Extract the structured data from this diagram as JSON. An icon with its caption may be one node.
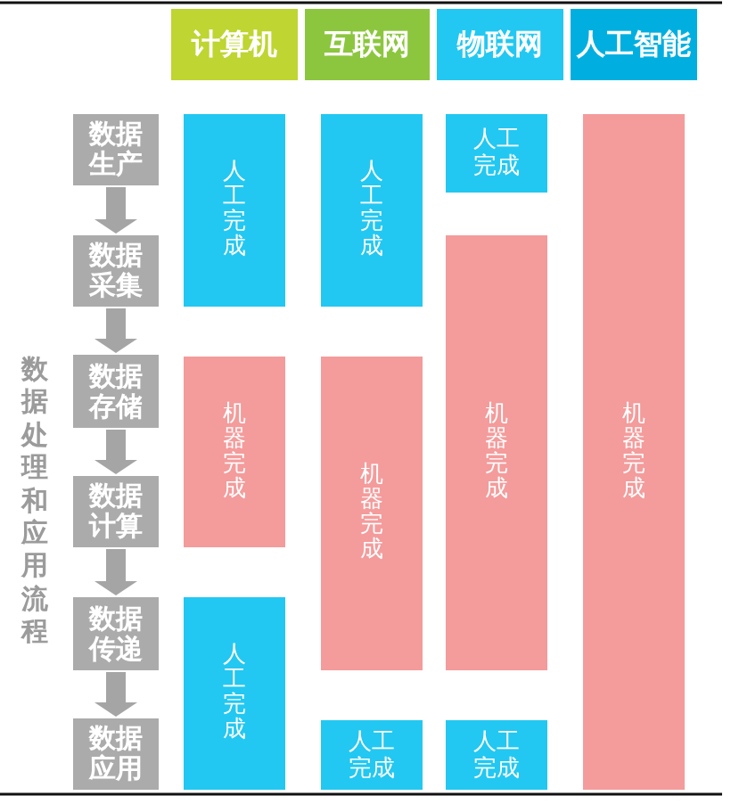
{
  "diagram": {
    "nodes": [
      {
        "text": [
          "计算机"
        ]
      },
      {
        "text": [
          "互联网"
        ]
      },
      {
        "text": [
          "物联网"
        ]
      },
      {
        "text": [
          "人工智能"
        ]
      },
      {
        "text": [
          "数据生产"
        ]
      },
      {
        "text": [
          "数据采集"
        ]
      },
      {
        "text": [
          "数据存储"
        ]
      },
      {
        "text": [
          "数据计算"
        ]
      },
      {
        "text": [
          "数据传递"
        ]
      },
      {
        "text": [
          "数据应用"
        ]
      },
      {
        "text": [
          "人工完成"
        ]
      },
      {
        "text": [
          "机器完成"
        ]
      },
      {
        "text": [
          "人工完成"
        ]
      },
      {
        "text": [
          "人工完成"
        ]
      },
      {
        "text": [
          "机器完成"
        ]
      },
      {
        "text": [
          "人工完成"
        ]
      },
      {
        "text": [
          "人工完成"
        ]
      },
      {
        "text": [
          "机器完成"
        ]
      },
      {
        "text": [
          "人工完成"
        ]
      },
      {
        "text": [
          "机器完成"
        ]
      }
    ],
    "edges": [
      {
        "from": 4,
        "to": 5,
        "arrow": "to"
      },
      {
        "from": 5,
        "to": 6,
        "arrow": "to"
      },
      {
        "from": 6,
        "to": 7,
        "arrow": "to"
      },
      {
        "from": 7,
        "to": 8,
        "arrow": "to"
      },
      {
        "from": 8,
        "to": 9,
        "arrow": "to"
      }
    ],
    "labels": [
      "数据处理和应用流程"
    ]
  }
}
